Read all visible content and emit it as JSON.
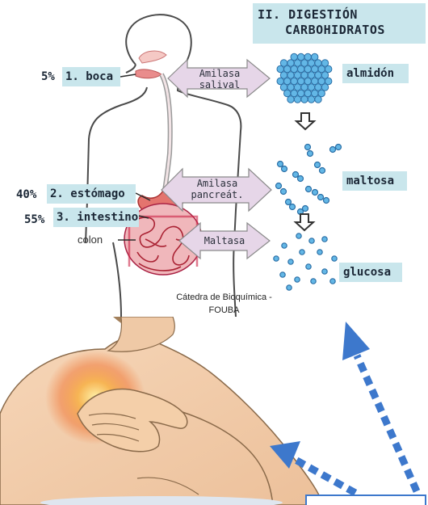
{
  "title": {
    "line1": "II. DIGESTIÓN",
    "line2": "CARBOHIDRATOS"
  },
  "organs": [
    {
      "pct": "5%",
      "label": "1. boca"
    },
    {
      "pct": "40%",
      "label": "2. estómago"
    },
    {
      "pct": "55%",
      "label": "3. intestino"
    }
  ],
  "colon_label": "colon",
  "enzymes": [
    {
      "line1": "Amilasa",
      "line2": "salival"
    },
    {
      "line1": "Amilasa",
      "line2": "pancreát."
    },
    {
      "line1": "Maltasa",
      "line2": ""
    }
  ],
  "products": [
    "almidón",
    "maltosa",
    "glucosa"
  ],
  "credit": {
    "line1": "Cátedra de Bioquímica -",
    "line2": "FOUBA"
  },
  "colors": {
    "label_bg": "#c9e6ec",
    "arrow_fill": "#e6d6e8",
    "molecule": "#63b7e6",
    "callout": "#3d78cc",
    "pain": "#f07a3a"
  }
}
